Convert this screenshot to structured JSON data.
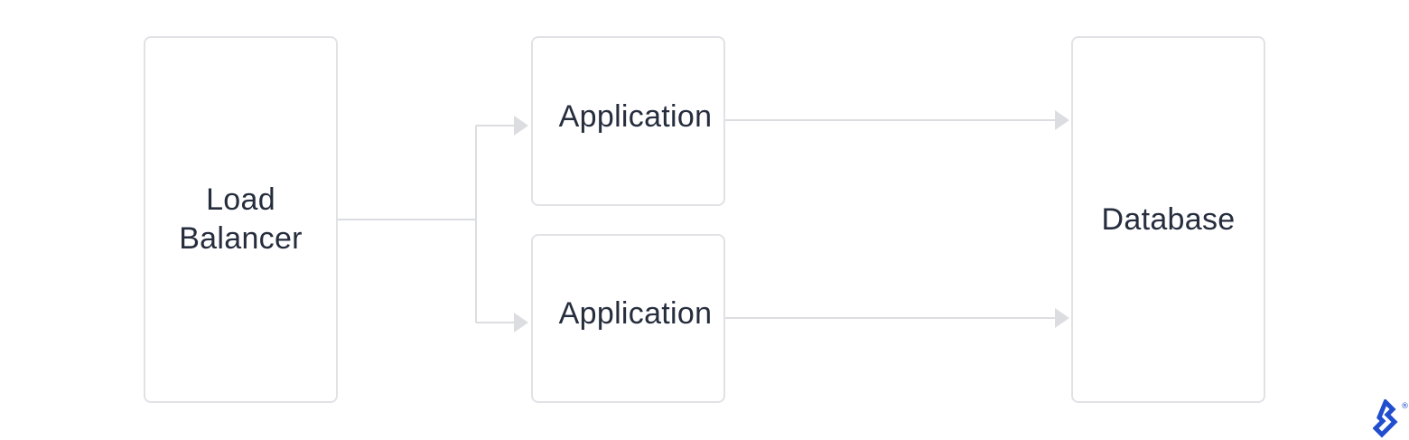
{
  "diagram": {
    "nodes": {
      "load_balancer": {
        "line1": "Load",
        "line2": "Balancer"
      },
      "application_1": {
        "label": "Application"
      },
      "application_2": {
        "label": "Application"
      },
      "database": {
        "label": "Database"
      }
    },
    "edges": [
      {
        "from": "Load Balancer",
        "to": "Application"
      },
      {
        "from": "Load Balancer",
        "to": "Application"
      },
      {
        "from": "Application",
        "to": "Database"
      },
      {
        "from": "Application",
        "to": "Database"
      }
    ],
    "colors": {
      "box_border": "#e1e2e5",
      "connector": "#dcdde0",
      "text": "#262d3d",
      "logo": "#204ecf"
    }
  },
  "brand": {
    "logo_icon": "toptal-logo-icon",
    "registered_mark": "®"
  }
}
